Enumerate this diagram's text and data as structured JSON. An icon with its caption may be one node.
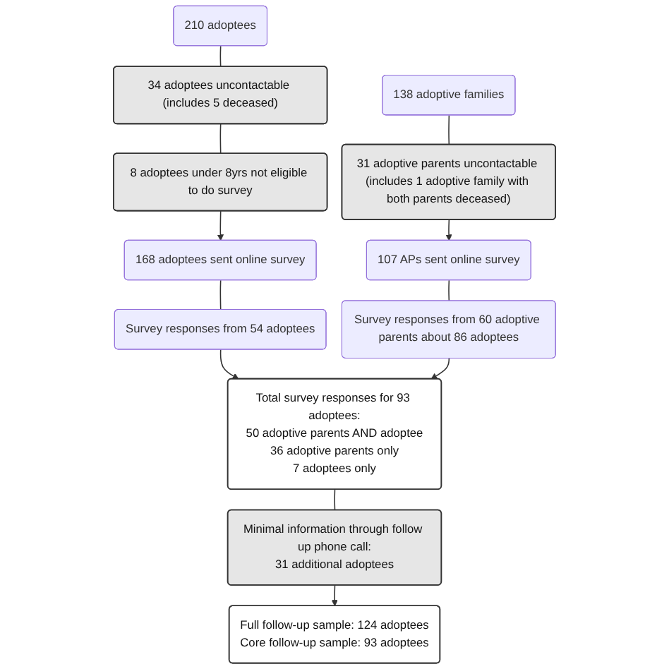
{
  "diagram": {
    "nodes": [
      {
        "text": [
          "210 adoptees"
        ]
      },
      {
        "text": [
          "138 adoptive families"
        ]
      },
      {
        "text": [
          "34 adoptees uncontactable (includes 5 deceased)"
        ]
      },
      {
        "text": [
          "8 adoptees under 8yrs not eligible to do survey"
        ]
      },
      {
        "text": [
          "31 adoptive parents uncontactable (includes 1 adoptive family with both parents deceased)"
        ]
      },
      {
        "text": [
          "168 adoptees sent online survey"
        ]
      },
      {
        "text": [
          "107 APs sent online survey"
        ]
      },
      {
        "text": [
          "Survey responses from 54 adoptees"
        ]
      },
      {
        "text": [
          "Survey responses from 60 adoptive parents about 86 adoptees"
        ]
      },
      {
        "text": [
          "Total survey responses for 93 adoptees:",
          "50 adoptive parents AND adoptee",
          "36 adoptive parents only",
          "7 adoptees only"
        ]
      },
      {
        "text": [
          "Minimal information through follow up phone call:",
          "31 additional adoptees"
        ]
      },
      {
        "text": [
          "Full follow-up sample: 124 adoptees",
          "Core follow-up sample: 93 adoptees"
        ]
      }
    ],
    "edges": [
      {
        "from": 0,
        "to": 2,
        "arrow": "none"
      },
      {
        "from": 2,
        "to": 3,
        "arrow": "none"
      },
      {
        "from": 3,
        "to": 5,
        "arrow": "to"
      },
      {
        "from": 1,
        "to": 4,
        "arrow": "none"
      },
      {
        "from": 4,
        "to": 6,
        "arrow": "to"
      },
      {
        "from": 5,
        "to": 7,
        "arrow": "none"
      },
      {
        "from": 6,
        "to": 8,
        "arrow": "none"
      },
      {
        "from": 7,
        "to": 9,
        "arrow": "to"
      },
      {
        "from": 8,
        "to": 9,
        "arrow": "to"
      },
      {
        "from": 9,
        "to": 10,
        "arrow": "none"
      },
      {
        "from": 10,
        "to": 11,
        "arrow": "to"
      }
    ]
  }
}
